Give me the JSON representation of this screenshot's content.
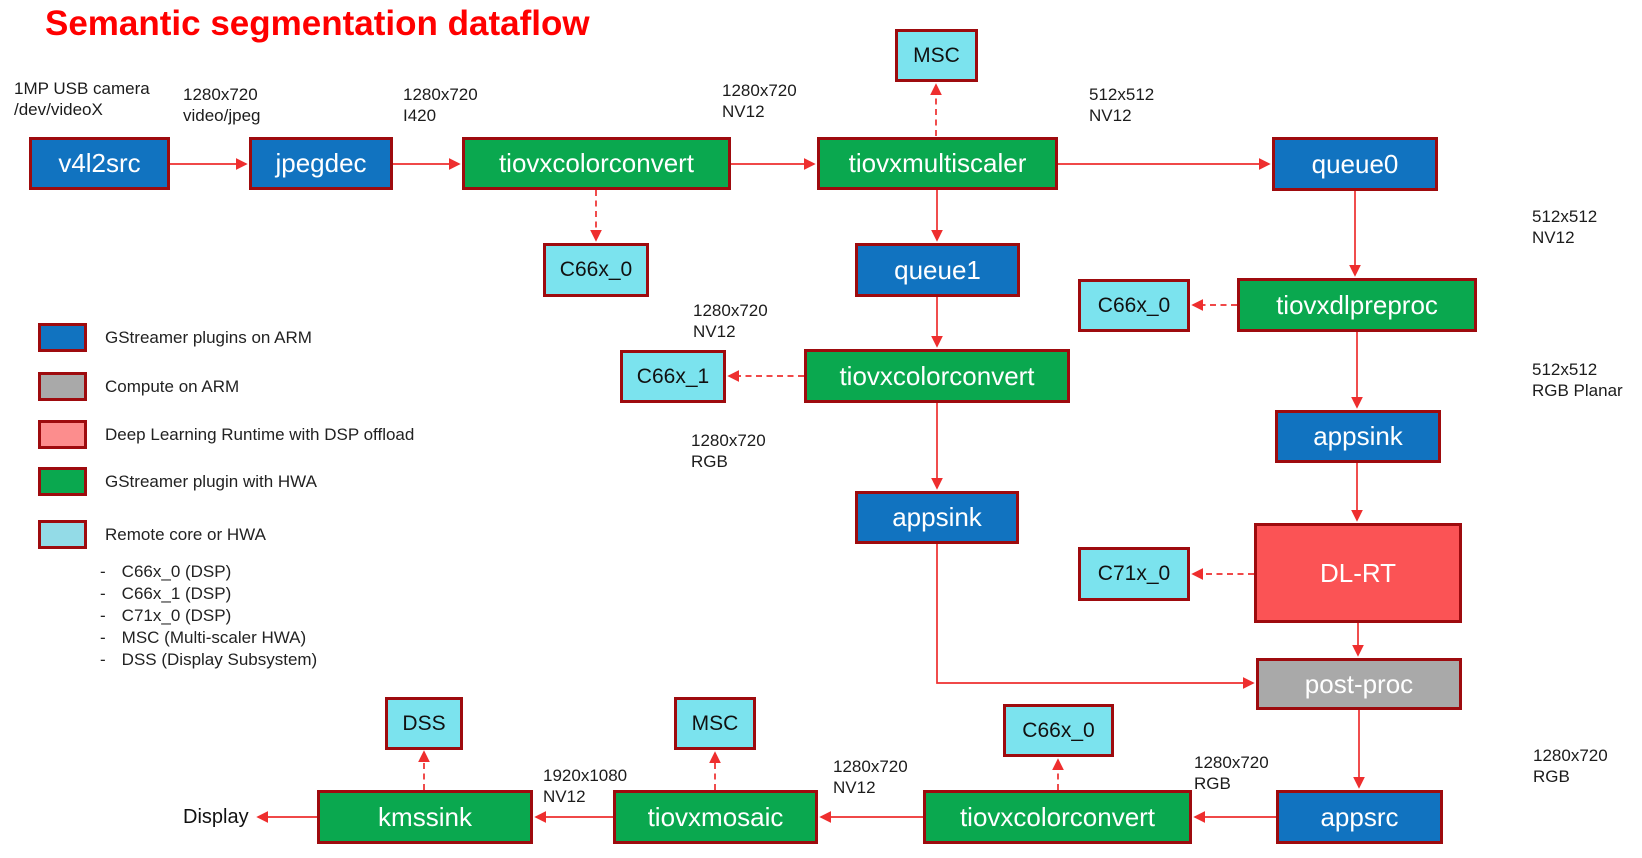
{
  "title": "Semantic segmentation dataflow",
  "colors": {
    "arm_plugin_blue": "#1173c0",
    "compute_gray": "#a9a9a9",
    "dl_runtime_red": "#fb5355",
    "dl_runtime_legend_pink": "#fc8d8d",
    "hwa_green": "#0aa84f",
    "remote_core_cyan": "#7be3ee",
    "remote_core_legend_cyan": "#93dbe7",
    "box_border_maroon": "#9e0b0e",
    "arrow_red": "#ee2e2e",
    "title_red": "#ff0000"
  },
  "nodes": {
    "v4l2src": "v4l2src",
    "jpegdec": "jpegdec",
    "cc_top": "tiovxcolorconvert",
    "multiscaler": "tiovxmultiscaler",
    "queue0": "queue0",
    "msc_top": "MSC",
    "c66x0_a": "C66x_0",
    "queue1": "queue1",
    "c66x0_b": "C66x_0",
    "dlpreproc": "tiovxdlpreproc",
    "c66x1": "C66x_1",
    "cc_mid": "tiovxcolorconvert",
    "appsink_right": "appsink",
    "appsink_mid": "appsink",
    "dlrt": "DL-RT",
    "c71x0": "C71x_0",
    "postproc": "post-proc",
    "c66x0_c": "C66x_0",
    "appsrc": "appsrc",
    "cc_bottom": "tiovxcolorconvert",
    "msc_bottom": "MSC",
    "mosaic": "tiovxmosaic",
    "dss": "DSS",
    "kmssink": "kmssink"
  },
  "edge_labels": {
    "cam": "1MP USB camera\n/dev/videoX",
    "jpeg": "1280x720\nvideo/jpeg",
    "i420": "1280x720\nI420",
    "nv12_top": "1280x720\nNV12",
    "nv12_512_top": "512x512\nNV12",
    "nv12_512_right": "512x512\nNV12",
    "nv12_mid": "1280x720\nNV12",
    "rgb_mid": "1280x720\nRGB",
    "rgb_planar_right": "512x512\nRGB Planar",
    "rgb_right_bottom": "1280x720\nRGB",
    "rgb_appsrc": "1280x720\nRGB",
    "nv12_bottom": "1280x720\nNV12",
    "nv12_1080": "1920x1080\nNV12"
  },
  "display_label": "Display",
  "legend": {
    "bullet": "-",
    "items": [
      {
        "label": "GStreamer plugins on ARM",
        "color": "#1173c0"
      },
      {
        "label": "Compute on ARM",
        "color": "#a9a9a9"
      },
      {
        "label": "Deep Learning Runtime with DSP offload",
        "color": "#fc8d8d"
      },
      {
        "label": "GStreamer plugin with HWA",
        "color": "#0aa84f"
      },
      {
        "label": "Remote core or HWA",
        "color": "#93dbe7"
      }
    ],
    "cores": [
      {
        "label": "C66x_0 (DSP)"
      },
      {
        "label": "C66x_1 (DSP)"
      },
      {
        "label": "C71x_0 (DSP)"
      },
      {
        "label": "MSC (Multi-scaler HWA)"
      },
      {
        "label": "DSS (Display Subsystem)"
      }
    ]
  }
}
